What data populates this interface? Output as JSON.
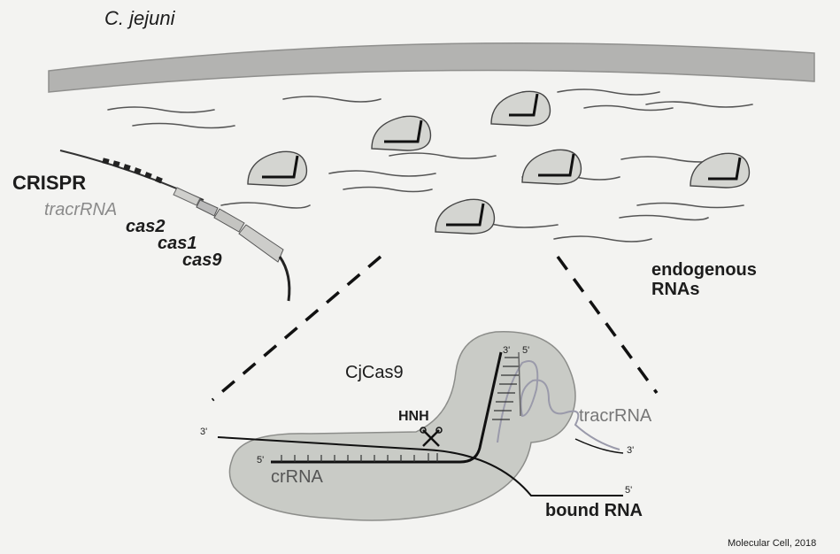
{
  "title": "C. jejuni",
  "locus": {
    "crispr": "CRISPR",
    "tracrrna": "tracrRNA",
    "cas2": "cas2",
    "cas1": "cas1",
    "cas9": "cas9"
  },
  "rna_pool": {
    "line1": "endogenous",
    "line2": "RNAs"
  },
  "complex": {
    "protein": "CjCas9",
    "domain": "HNH",
    "tracrrna": "tracrRNA",
    "crrna": "crRNA",
    "bound_rna": "bound RNA",
    "ends": {
      "target_3": "3'",
      "crrna_5": "5'",
      "duplex_3": "3'",
      "duplex_5": "5'",
      "tracr_3": "3'",
      "target_5": "5'"
    }
  },
  "credit": "Molecular Cell, 2018",
  "colors": {
    "background": "#f3f3f1",
    "protein_fill": "#c9cbc6",
    "membrane": "#9a9a98",
    "ink": "#1c1c1c",
    "tracr_ink": "#8a8a8a"
  },
  "icons": {
    "cut_site": "scissors-icon"
  }
}
